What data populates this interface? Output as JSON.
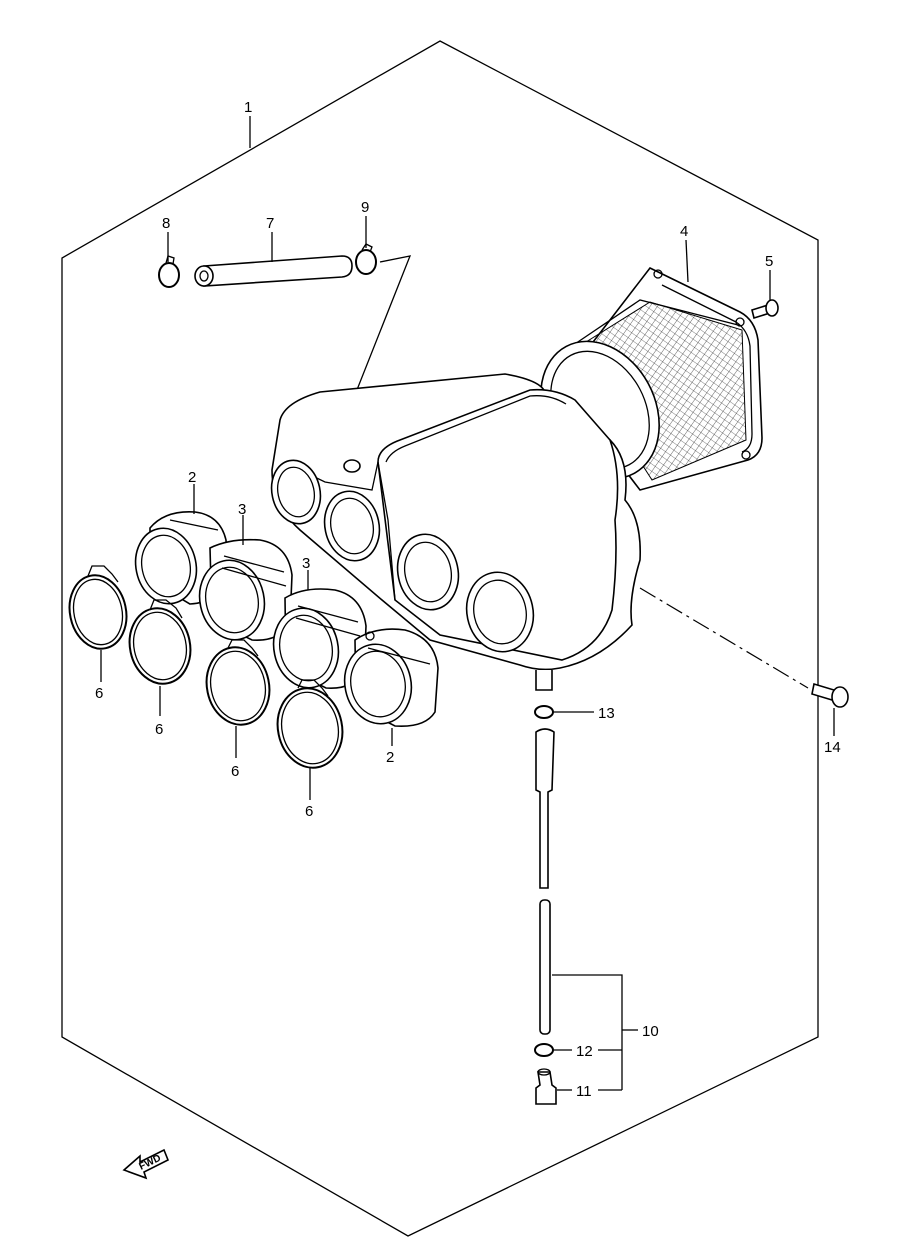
{
  "labels": {
    "p1": "1",
    "p2a": "2",
    "p2b": "2",
    "p3a": "3",
    "p3b": "3",
    "p4": "4",
    "p5": "5",
    "p6a": "6",
    "p6b": "6",
    "p6c": "6",
    "p6d": "6",
    "p7": "7",
    "p8": "8",
    "p9": "9",
    "p10": "10",
    "p11": "11",
    "p12": "12",
    "p13": "13",
    "p14": "14"
  },
  "fwd_label": "FWD",
  "icons": {
    "fwd": "fwd-arrow-icon"
  }
}
